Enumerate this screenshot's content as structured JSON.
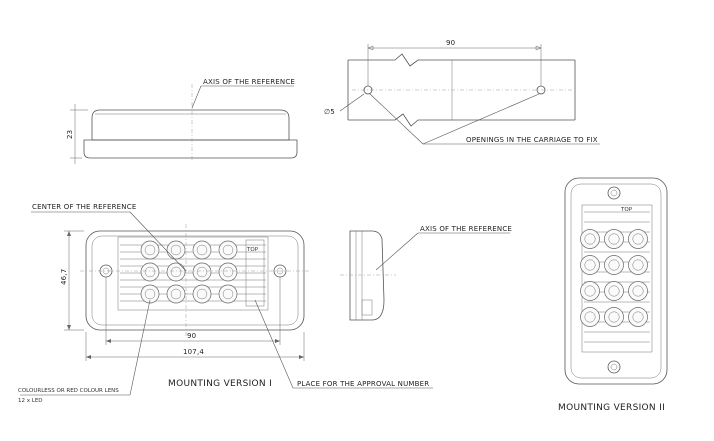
{
  "dimensions": {
    "top_height": "23",
    "hole_spacing": "90",
    "hole_diameter": "∅5",
    "front_height": "46,7",
    "front_hole_spacing": "90",
    "front_overall_width": "107,4"
  },
  "labels": {
    "axis_reference_top": "AXIS OF THE REFERENCE",
    "axis_reference_side": "AXIS OF THE REFERENCE",
    "center_reference": "CENTER OF THE REFERENCE",
    "openings": "OPENINGS IN THE CARRIAGE TO FIX",
    "approval_place": "PLACE FOR THE APPROVAL NUMBER",
    "lens_note_line1": "COLOURLESS OR RED COLOUR LENS",
    "lens_note_line2": "12 x LED",
    "top_mark_front": "TOP",
    "top_mark_vertical": "TOP"
  },
  "captions": {
    "mounting_1": "MOUNTING VERSION I",
    "mounting_2": "MOUNTING VERSION II"
  },
  "led_layout": {
    "front_columns": 4,
    "front_rows": 3,
    "vertical_columns": 3,
    "vertical_rows": 4
  }
}
